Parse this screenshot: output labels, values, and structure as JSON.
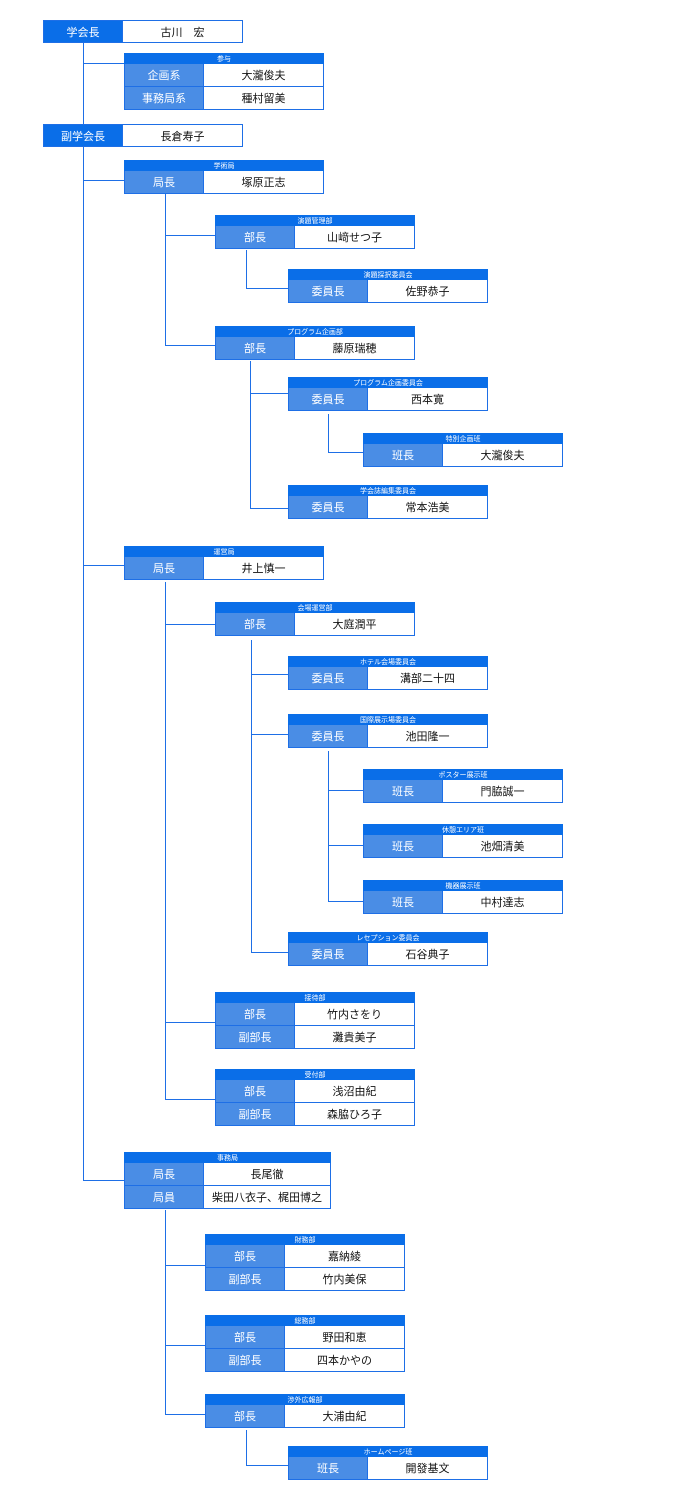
{
  "president": {
    "role": "学会長",
    "name": "古川　宏"
  },
  "councilor": {
    "title": "参与",
    "rows": [
      {
        "role": "企画系",
        "name": "大瀧俊夫"
      },
      {
        "role": "事務局系",
        "name": "種村留美"
      }
    ]
  },
  "vice_president": {
    "role": "副学会長",
    "name": "長倉寿子"
  },
  "academic": {
    "title": "学術局",
    "rows": [
      {
        "role": "局長",
        "name": "塚原正志"
      }
    ],
    "topic": {
      "title": "演題管理部",
      "rows": [
        {
          "role": "部長",
          "name": "山﨑せつ子"
        }
      ],
      "selection": {
        "title": "演題採択委員会",
        "rows": [
          {
            "role": "委員長",
            "name": "佐野恭子"
          }
        ]
      }
    },
    "program": {
      "title": "プログラム企画部",
      "rows": [
        {
          "role": "部長",
          "name": "藤原瑞穂"
        }
      ],
      "committee": {
        "title": "プログラム企画委員会",
        "rows": [
          {
            "role": "委員長",
            "name": "西本寛"
          }
        ],
        "special": {
          "title": "特別企画班",
          "rows": [
            {
              "role": "班長",
              "name": "大瀧俊夫"
            }
          ]
        }
      },
      "journal": {
        "title": "学会誌編集委員会",
        "rows": [
          {
            "role": "委員長",
            "name": "常本浩美"
          }
        ]
      }
    }
  },
  "operations": {
    "title": "運営局",
    "rows": [
      {
        "role": "局長",
        "name": "井上慎一"
      }
    ],
    "venue": {
      "title": "会場運営部",
      "rows": [
        {
          "role": "部長",
          "name": "大庭潤平"
        }
      ],
      "hotel": {
        "title": "ホテル会場委員会",
        "rows": [
          {
            "role": "委員長",
            "name": "溝部二十四"
          }
        ]
      },
      "intl": {
        "title": "国際展示場委員会",
        "rows": [
          {
            "role": "委員長",
            "name": "池田隆一"
          }
        ],
        "poster": {
          "title": "ポスター展示班",
          "rows": [
            {
              "role": "班長",
              "name": "門脇誠一"
            }
          ]
        },
        "rest": {
          "title": "休憩エリア班",
          "rows": [
            {
              "role": "班長",
              "name": "池畑清美"
            }
          ]
        },
        "equipment": {
          "title": "機器展示班",
          "rows": [
            {
              "role": "班長",
              "name": "中村達志"
            }
          ]
        }
      },
      "reception_committee": {
        "title": "レセプション委員会",
        "rows": [
          {
            "role": "委員長",
            "name": "石谷典子"
          }
        ]
      }
    },
    "hospitality": {
      "title": "接待部",
      "rows": [
        {
          "role": "部長",
          "name": "竹内さをり"
        },
        {
          "role": "副部長",
          "name": "灘貴美子"
        }
      ]
    },
    "reception": {
      "title": "受付部",
      "rows": [
        {
          "role": "部長",
          "name": "浅沼由紀"
        },
        {
          "role": "副部長",
          "name": "森脇ひろ子"
        }
      ]
    }
  },
  "secretariat": {
    "title": "事務局",
    "rows": [
      {
        "role": "局長",
        "name": "長尾徹"
      },
      {
        "role": "局員",
        "name": "柴田八衣子、梶田博之"
      }
    ],
    "finance": {
      "title": "財務部",
      "rows": [
        {
          "role": "部長",
          "name": "嘉納綾"
        },
        {
          "role": "副部長",
          "name": "竹内美保"
        }
      ]
    },
    "general": {
      "title": "総務部",
      "rows": [
        {
          "role": "部長",
          "name": "野田和恵"
        },
        {
          "role": "副部長",
          "name": "四本かやの"
        }
      ]
    },
    "pr": {
      "title": "渉外広報部",
      "rows": [
        {
          "role": "部長",
          "name": "大浦由紀"
        }
      ],
      "homepage": {
        "title": "ホームページ班",
        "rows": [
          {
            "role": "班長",
            "name": "開發基文"
          }
        ]
      }
    }
  }
}
